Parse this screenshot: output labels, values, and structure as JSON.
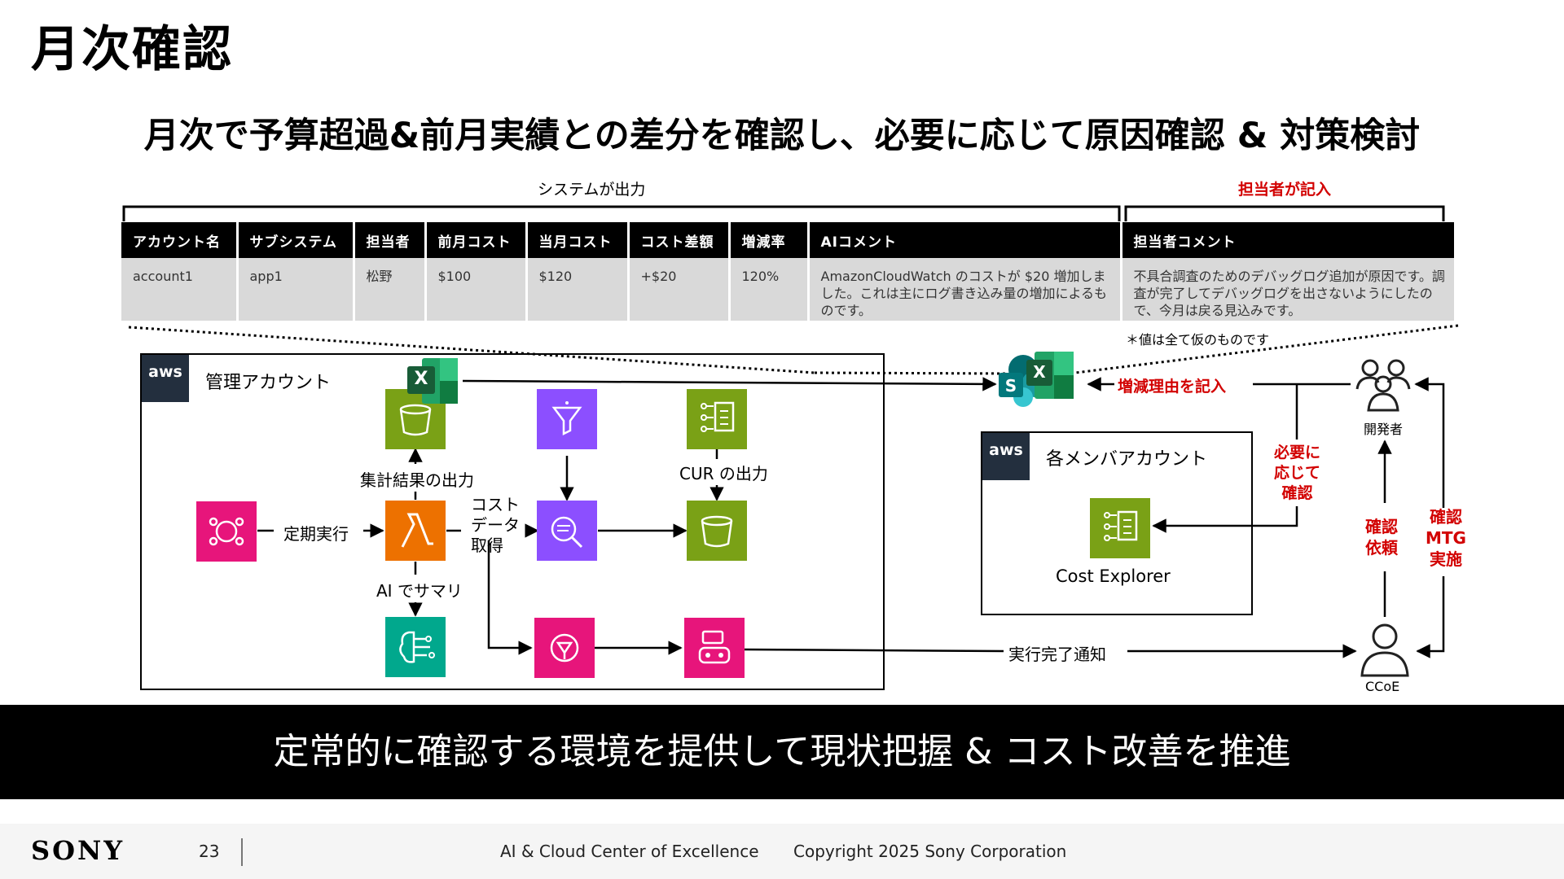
{
  "page": {
    "title": "月次確認",
    "subtitle": "月次で予算超過&前月実績との差分を確認し、必要に応じて原因確認 & 対策検討"
  },
  "brackets": {
    "system_output": "システムが出力",
    "owner_entry": "担当者が記入"
  },
  "table": {
    "headers": [
      "アカウント名",
      "サブシステム",
      "担当者",
      "前月コスト",
      "当月コスト",
      "コスト差額",
      "増減率",
      "AIコメント",
      "担当者コメント"
    ],
    "rows": [
      [
        "account1",
        "app1",
        "松野",
        "$100",
        "$120",
        "+$20",
        "120%",
        "AmazonCloudWatch のコストが $20 増加しました。これは主にログ書き込み量の増加によるものです。",
        "不具合調査のためのデバッグログ追加が原因です。調査が完了してデバッグログを出さないようにしたので、今月は戻る見込みです。"
      ]
    ],
    "note": "＊値は全て仮のものです"
  },
  "diagram": {
    "mgmt_account": "管理アカウント",
    "member_account": "各メンバアカウント",
    "aws_badge": "aws",
    "labels": {
      "aggregate_output": "集計結果の出力",
      "scheduled_run": "定期実行",
      "cost_data_fetch_1": "コスト",
      "cost_data_fetch_2": "データ",
      "cost_data_fetch_3": "取得",
      "cur_output": "CUR の出力",
      "ai_summary": "AI でサマリ",
      "completion_notice": "実行完了通知",
      "cost_explorer": "Cost Explorer",
      "developer": "開発者",
      "ccoe": "CCoE",
      "excel_letter": "X",
      "sharepoint_letter": "S"
    },
    "red_labels": {
      "record_reason": "増減理由を記入",
      "check_if_needed_1": "必要に",
      "check_if_needed_2": "応じて",
      "check_if_needed_3": "確認",
      "request_1": "確認",
      "request_2": "依頼",
      "mtg_1": "確認",
      "mtg_2": "MTG",
      "mtg_3": "実施"
    }
  },
  "banner": "定常的に確認する環境を提供して現状把握 & コスト改善を推進",
  "footer": {
    "brand": "SONY",
    "page_number": "23",
    "org": "AI & Cloud Center of Excellence",
    "copyright": "Copyright 2025 Sony Corporation"
  },
  "colors": {
    "storage_green": "#7aa116",
    "compute_orange": "#ed7100",
    "analytics_purple": "#8c4fff",
    "integration_pink": "#e7157b",
    "ml_teal": "#01a88d",
    "emphasis_red": "#d20000",
    "aws_dark": "#232f3e"
  }
}
